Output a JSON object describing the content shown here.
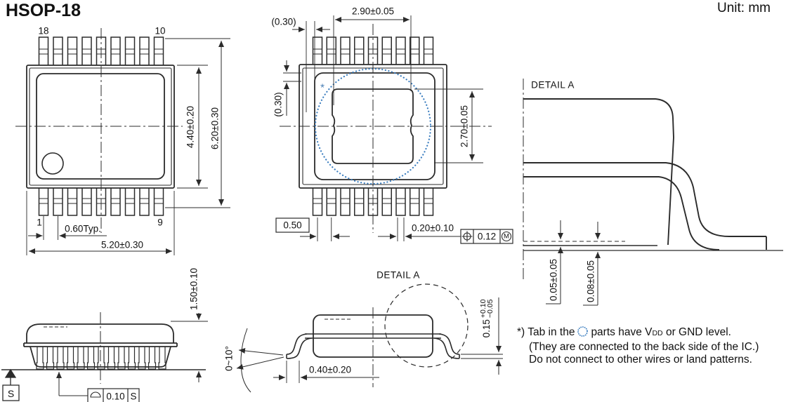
{
  "title": "HSOP-18",
  "unit_label": "Unit: mm",
  "top_view": {
    "pin_18": "18",
    "pin_10": "10",
    "pin_1": "1",
    "pin_9": "9",
    "dim_lead_pitch": "0.60Typ.",
    "dim_body_width": "5.20±0.30",
    "dim_body_length": "4.40±0.20",
    "dim_overall_length": "6.20±0.30"
  },
  "bottom_view": {
    "dim_tab_width": "2.90±0.05",
    "dim_tab_offset_top": "(0.30)",
    "dim_tab_offset_side": "(0.30)",
    "dim_tab_height": "2.70±0.05",
    "dim_lead_pitch": "0.50",
    "dim_lead_width": "0.20±0.10",
    "tab_mark": "*",
    "fcf_position": {
      "tolerance": "0.12",
      "modifier": "M"
    }
  },
  "detail_a_view": {
    "label": "DETAIL A",
    "dim_tab_standoff": "0.05±0.05",
    "dim_lead_standoff": "0.08±0.05"
  },
  "front_view": {
    "dim_height": "1.50±0.10",
    "datum_label": "S",
    "fcf_seating": {
      "tolerance": "0.10",
      "datum": "S"
    }
  },
  "side_view": {
    "detail_label": "DETAIL A",
    "dim_lead_angle": "0~10°",
    "dim_foot_length": "0.40±0.20",
    "dim_lead_thickness": "0.15",
    "dim_lead_thickness_tol_plus": "+0.10",
    "dim_lead_thickness_tol_minus": "−0.05"
  },
  "note": {
    "line1_prefix": "*) Tab in the",
    "line1_mid": "parts have V",
    "line1_subscript": "DD",
    "line1_suffix": " or GND level.",
    "line2": "(They are connected to the back side of the IC.)",
    "line3": "Do not connect to other wires or land patterns."
  },
  "colors": {
    "line": "#2b2b2b",
    "accent_blue": "#3a7dbf"
  }
}
